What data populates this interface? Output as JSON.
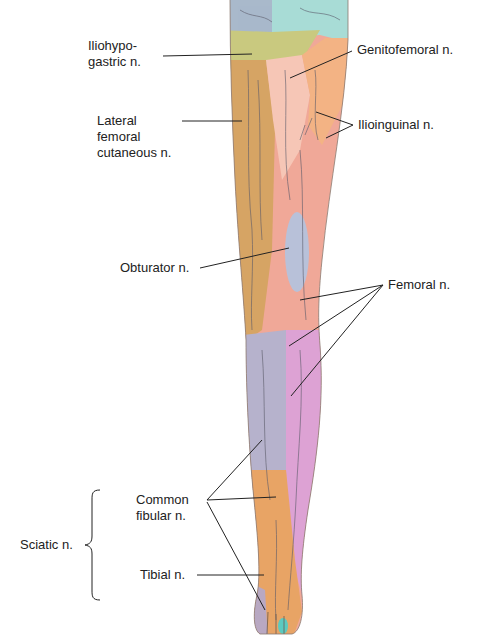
{
  "diagram": {
    "labels": [
      "Iliohypo- gastric n.",
      "Genitofemoral n.",
      "Ilioinguinal n.",
      "Lateral femoral cutaneous n.",
      "Obturator n.",
      "Femoral n.",
      "Common fibular n.",
      "Sciatic n.",
      "Tibial n."
    ]
  }
}
